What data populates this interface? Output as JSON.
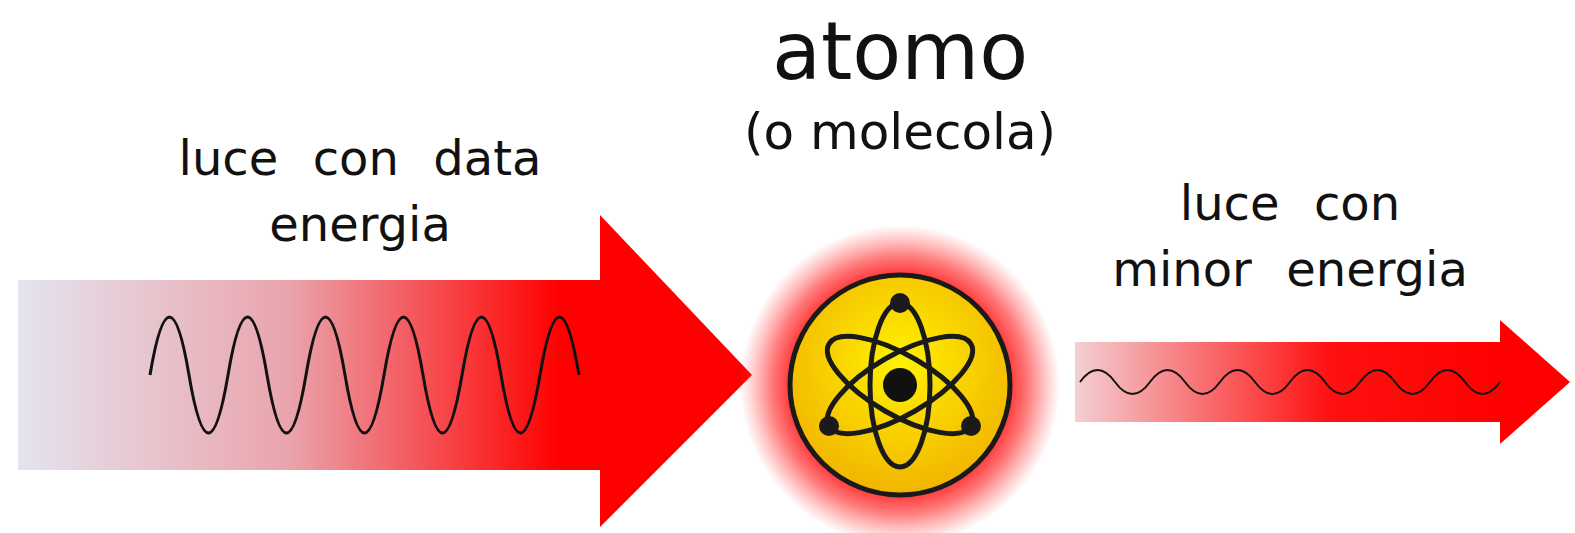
{
  "diagram": {
    "nodes": [
      {
        "text": [
          "atomo",
          "(o molecola)"
        ]
      }
    ],
    "labels": [
      "luce con data energia",
      "luce con minor energia"
    ]
  }
}
